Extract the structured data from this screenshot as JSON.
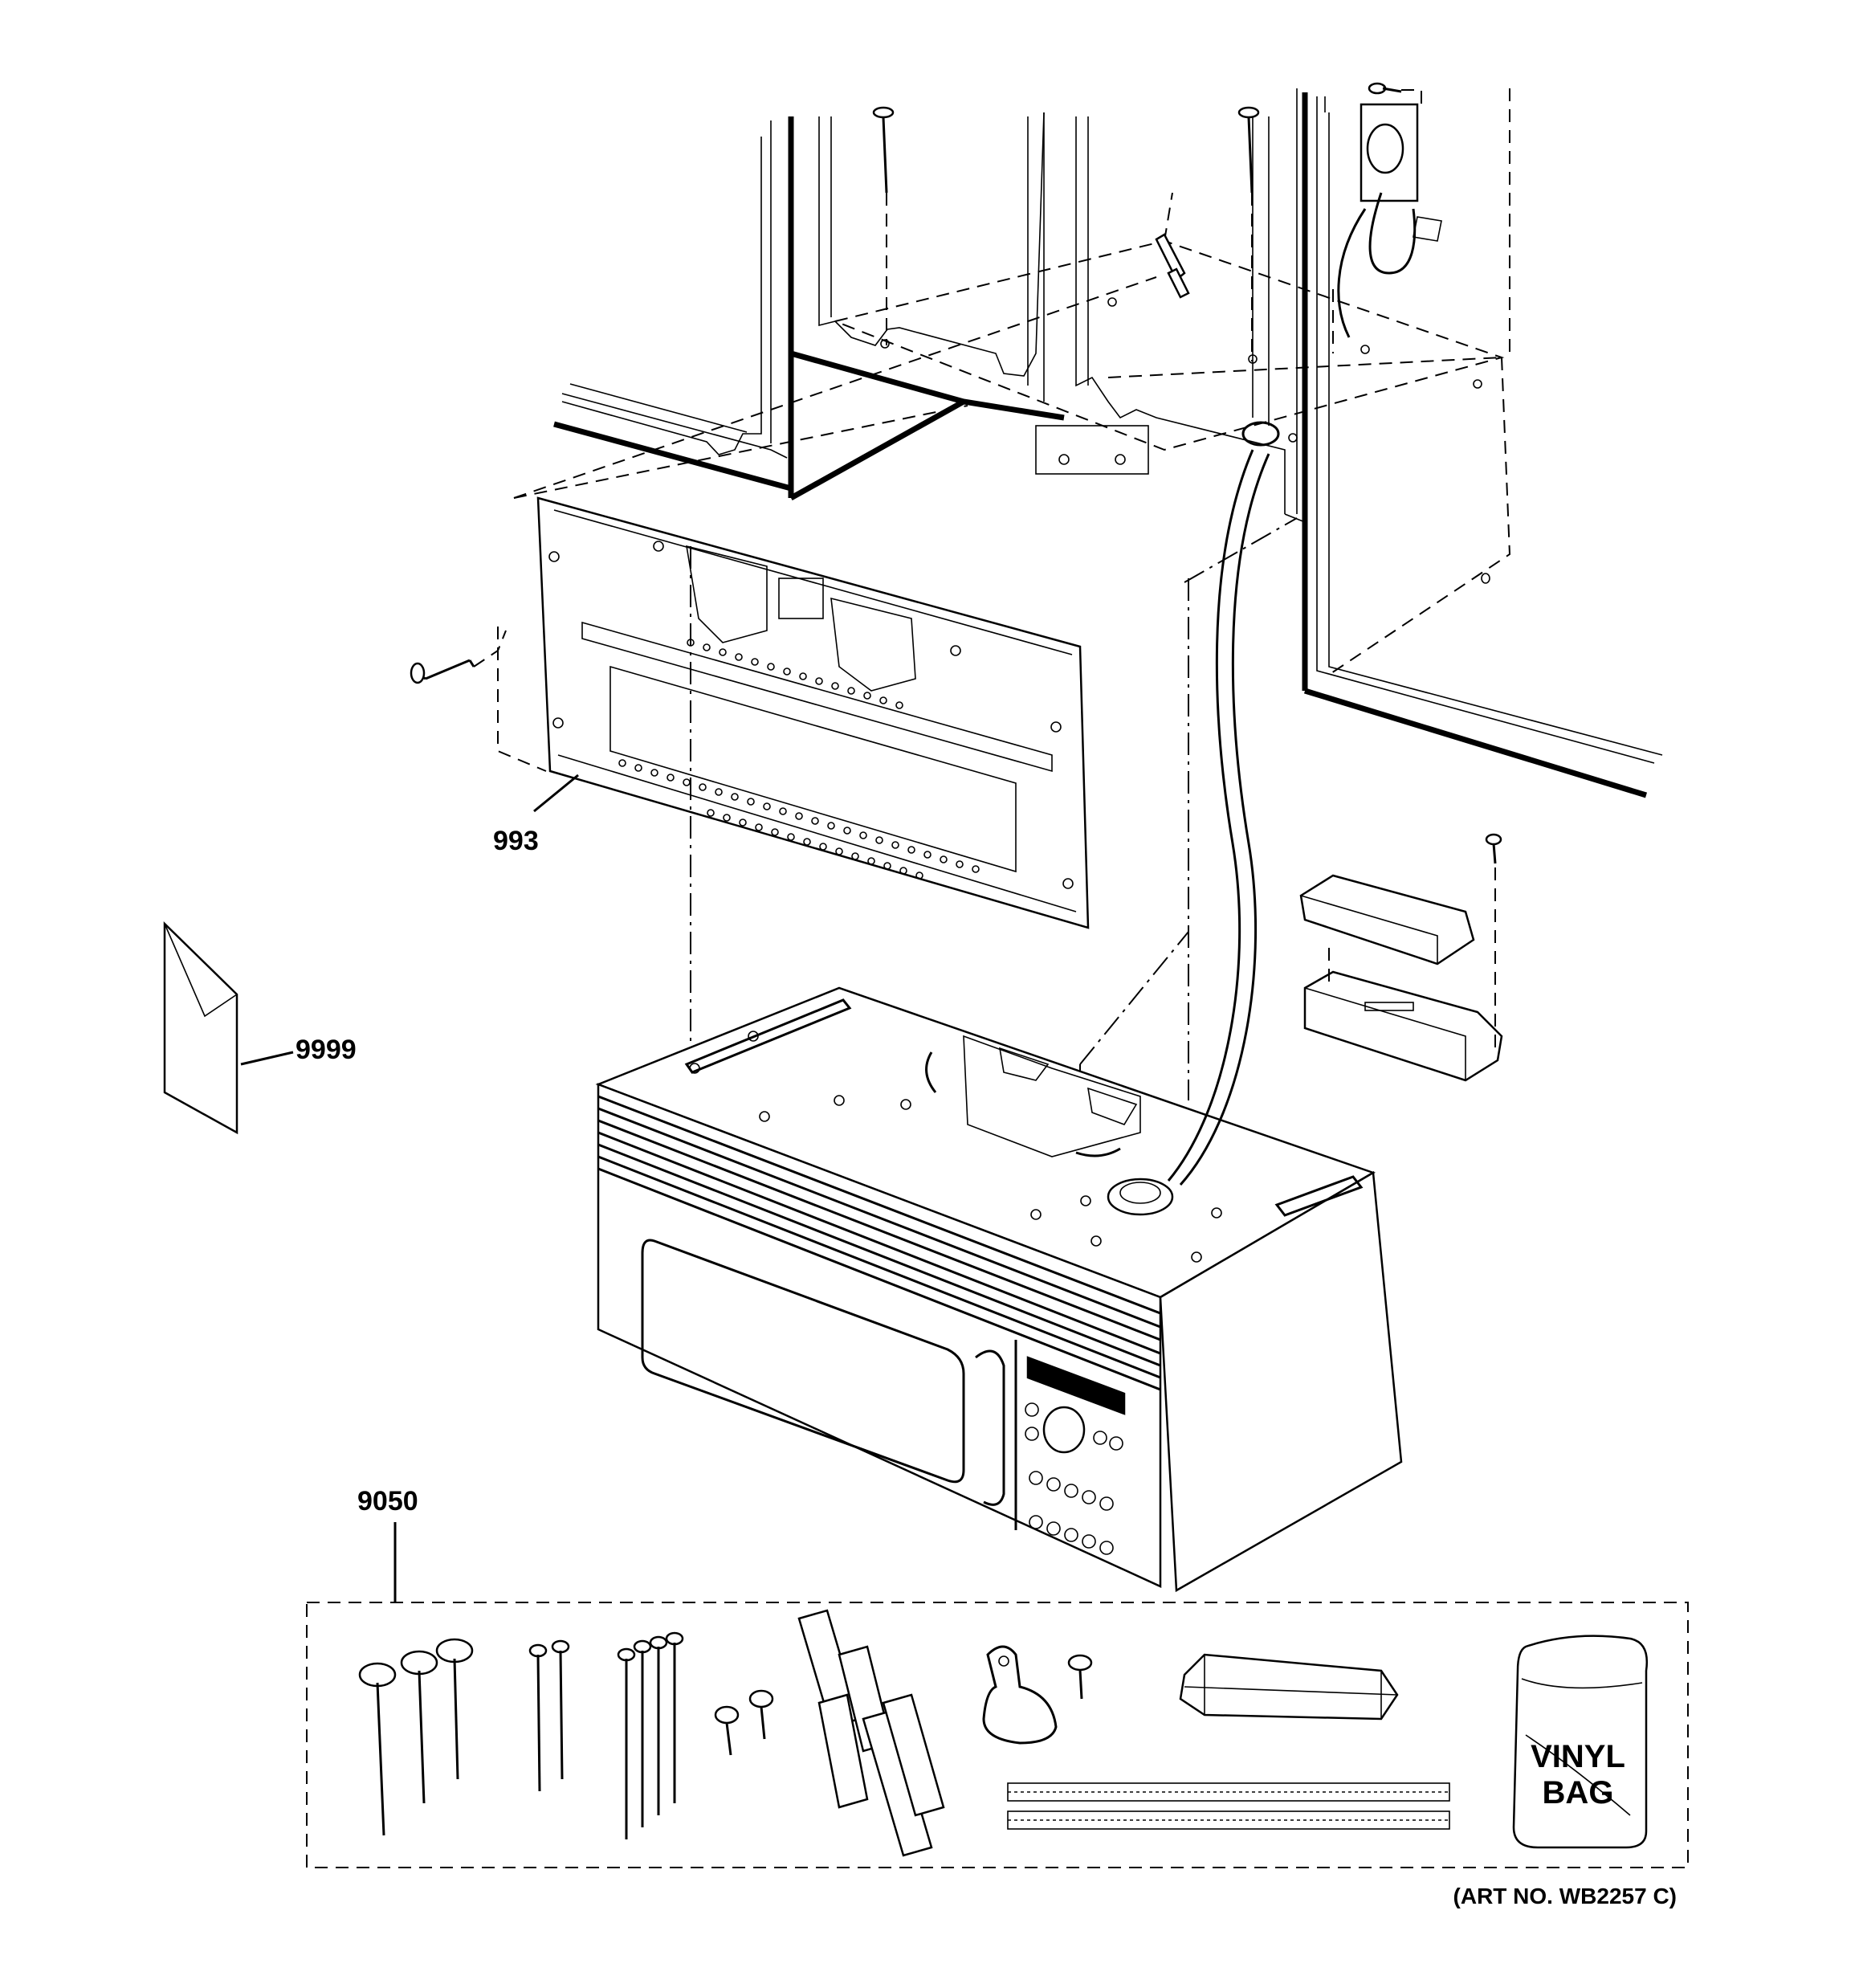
{
  "callouts": {
    "mounting_plate": "993",
    "literature": "9999",
    "hardware_kit": "9050"
  },
  "vinyl_bag": {
    "line1": "VINYL",
    "line2": "BAG"
  },
  "art_number": "(ART NO. WB2257 C)"
}
